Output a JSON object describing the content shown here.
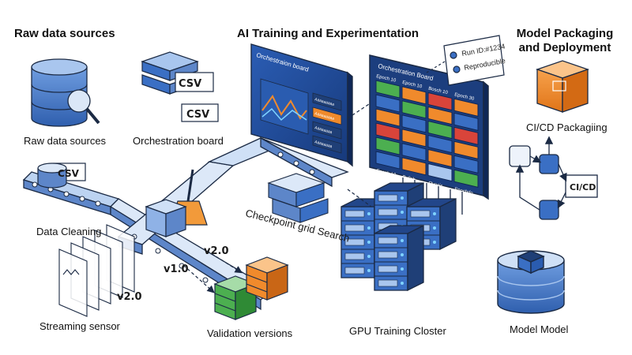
{
  "headings": {
    "raw": "Raw data sources",
    "training": "AI Training and Experimentation",
    "packaging_line1": "Model Packaging",
    "packaging_line2": "and Deployment"
  },
  "captions": {
    "raw_sources": "Raw data sources",
    "orchestration": "Orchestration board",
    "cleaning": "Data Cleaning",
    "streaming": "Streaming sensor",
    "validation": "Validation versions",
    "gpu": "GPU Training Closter",
    "cicd": "CI/CD Packagiing",
    "model": "Model Model",
    "checkpoint": "Checkpoint grid Search"
  },
  "file_tags": {
    "csv1": "CSV",
    "csv2": "CSV",
    "csv3": "CSV"
  },
  "versions": {
    "v1": "v1.0",
    "v2": "v2.0",
    "v2b": "v2.0"
  },
  "monitor_small": {
    "title": "Orchestraion board",
    "buttons": [
      "Aaaaaaaaa",
      "Aaaaaaaaa",
      "Aaaaaaaa",
      "Aaaaaaaa"
    ]
  },
  "board": {
    "title": "Orchestration Board",
    "col_headers": [
      "Epoch 10",
      "Epoch 10",
      "Bosch 10",
      "Epoch 30"
    ],
    "footer": [
      "Epoch 10",
      "Bv0ch",
      "Ovocis",
      "Enochdo"
    ]
  },
  "run_note": {
    "run_id": "Run ID:#1234",
    "reproducible": "Reproducible"
  },
  "cicd_box": "CI/CD",
  "colors": {
    "blue": "#3a6fc4",
    "blue_light": "#a9c6ee",
    "blue_dark": "#1f3f77",
    "orange": "#f08a2c",
    "green": "#4caf50",
    "red": "#d9443a",
    "outline": "#1b2a44"
  }
}
